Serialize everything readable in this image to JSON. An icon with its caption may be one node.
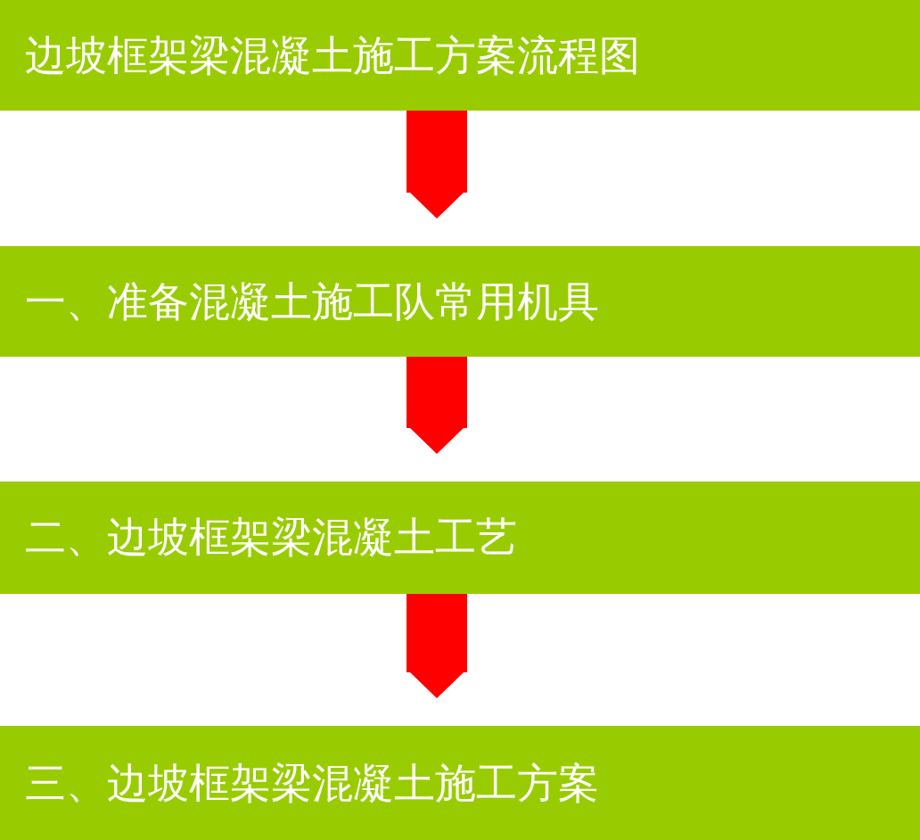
{
  "diagram": {
    "nodes": [
      {
        "text": [
          "边坡框架梁混凝土施工方案流程图"
        ]
      },
      {
        "text": [
          "一、准备混凝土施工队常用机具"
        ]
      },
      {
        "text": [
          "二、边坡框架梁混凝土工艺"
        ]
      },
      {
        "text": [
          "三、边坡框架梁混凝土施工方案"
        ]
      }
    ],
    "edges": [
      {
        "from": 0,
        "to": 1,
        "arrow": "to"
      },
      {
        "from": 1,
        "to": 2,
        "arrow": "to"
      },
      {
        "from": 2,
        "to": 3,
        "arrow": "to"
      }
    ]
  }
}
